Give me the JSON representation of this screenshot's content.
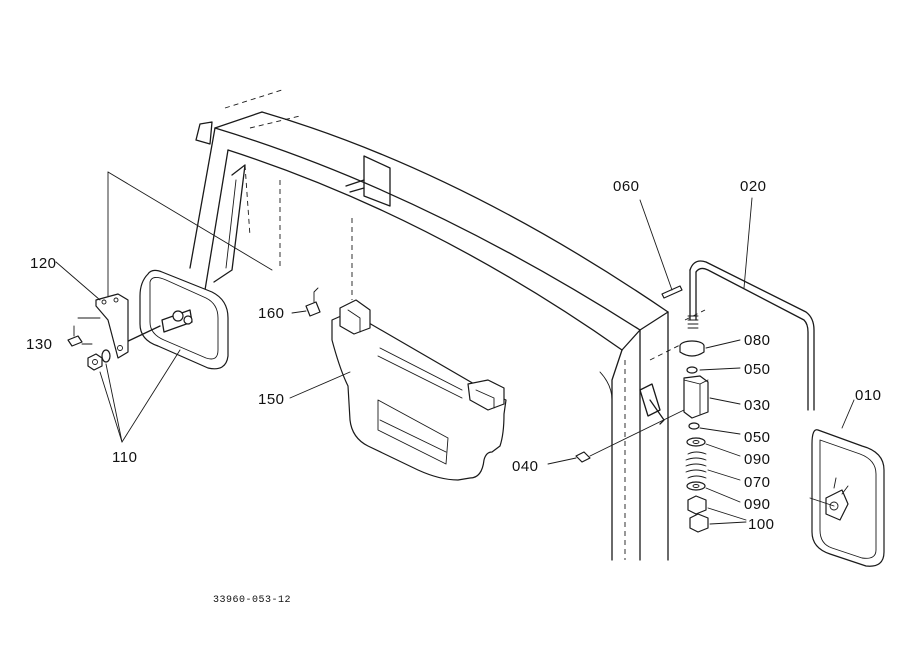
{
  "diagram": {
    "drawing_code": "33960-053-12",
    "callouts": {
      "c010": "010",
      "c020": "020",
      "c030": "030",
      "c040": "040",
      "c050a": "050",
      "c050b": "050",
      "c060": "060",
      "c070": "070",
      "c080": "080",
      "c090a": "090",
      "c090b": "090",
      "c100": "100",
      "c110": "110",
      "c120": "120",
      "c130": "130",
      "c150": "150",
      "c160": "160"
    }
  }
}
